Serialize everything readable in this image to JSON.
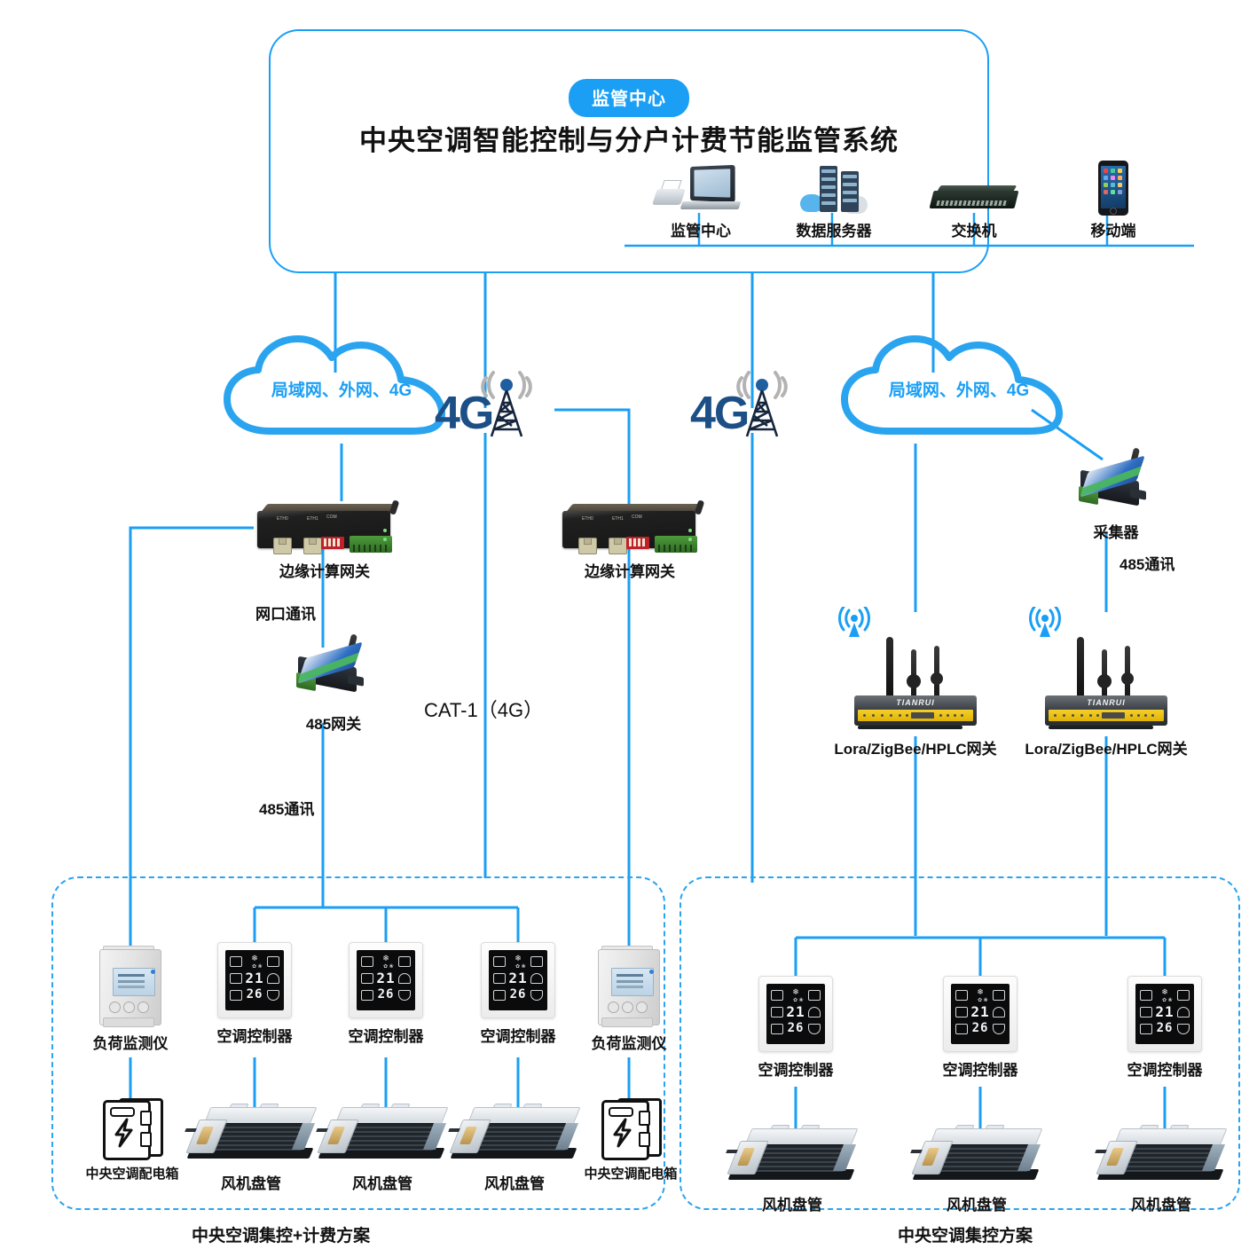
{
  "header": {
    "badge": "监管中心",
    "title": "中央空调智能控制与分户计费节能监管系统",
    "devices": [
      {
        "label": "监管中心",
        "icon": "laptop-printer-icon"
      },
      {
        "label": "数据服务器",
        "icon": "server-cloud-icon"
      },
      {
        "label": "交换机",
        "icon": "network-switch-icon"
      },
      {
        "label": "移动端",
        "icon": "smartphone-icon"
      }
    ]
  },
  "network": {
    "cloud_left": "局域网、外网、4G",
    "cloud_right": "局域网、外网、4G",
    "tower_left": "4G",
    "tower_right": "4G"
  },
  "gateways": {
    "edge_left": "边缘计算网关",
    "edge_right": "边缘计算网关",
    "rs485_gateway": "485网关",
    "collector": "采集器",
    "lora_left": "Lora/ZigBee/HPLC网关",
    "lora_right": "Lora/ZigBee/HPLC网关",
    "lora_brand": "TIANRUI"
  },
  "link_labels": {
    "eth_comm": "网口通讯",
    "rs485_comm_left": "485通讯",
    "cat1": "CAT-1（4G）",
    "rs485_comm_right": "485通讯"
  },
  "zone_left": {
    "caption": "中央空调集控+计费方案",
    "load_monitor_left": "负荷监测仪",
    "load_monitor_right": "负荷监测仪",
    "cabinet_left": "中央空调配电箱",
    "cabinet_right": "中央空调配电箱",
    "controllers": [
      "空调控制器",
      "空调控制器",
      "空调控制器"
    ],
    "fan_coils": [
      "风机盘管",
      "风机盘管",
      "风机盘管"
    ]
  },
  "zone_right": {
    "caption": "中央空调集控方案",
    "controllers": [
      "空调控制器",
      "空调控制器",
      "空调控制器"
    ],
    "fan_coils": [
      "风机盘管",
      "风机盘管",
      "风机盘管"
    ]
  },
  "thermostat": {
    "set_temp": "21",
    "room_temp": "26",
    "unit": "°",
    "snow_icon": "snowflake-icon"
  },
  "colors": {
    "accent": "#1a9ff5",
    "wire": "#1a9ff5",
    "dashed": "#2aa4ef",
    "tower": "#1b4f86",
    "text": "#111111"
  }
}
